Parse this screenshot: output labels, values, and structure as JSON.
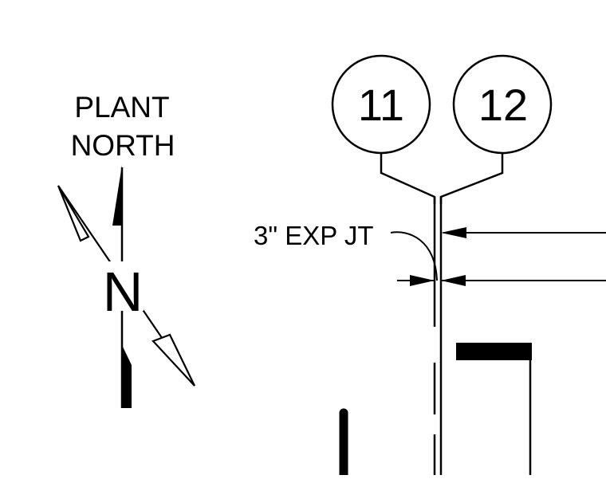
{
  "north_arrow": {
    "line1": "PLANT",
    "line2": "NORTH",
    "letter": "N"
  },
  "grid_bubbles": [
    {
      "label": "11"
    },
    {
      "label": "12"
    }
  ],
  "callout": {
    "text": "3\" EXP JT"
  }
}
